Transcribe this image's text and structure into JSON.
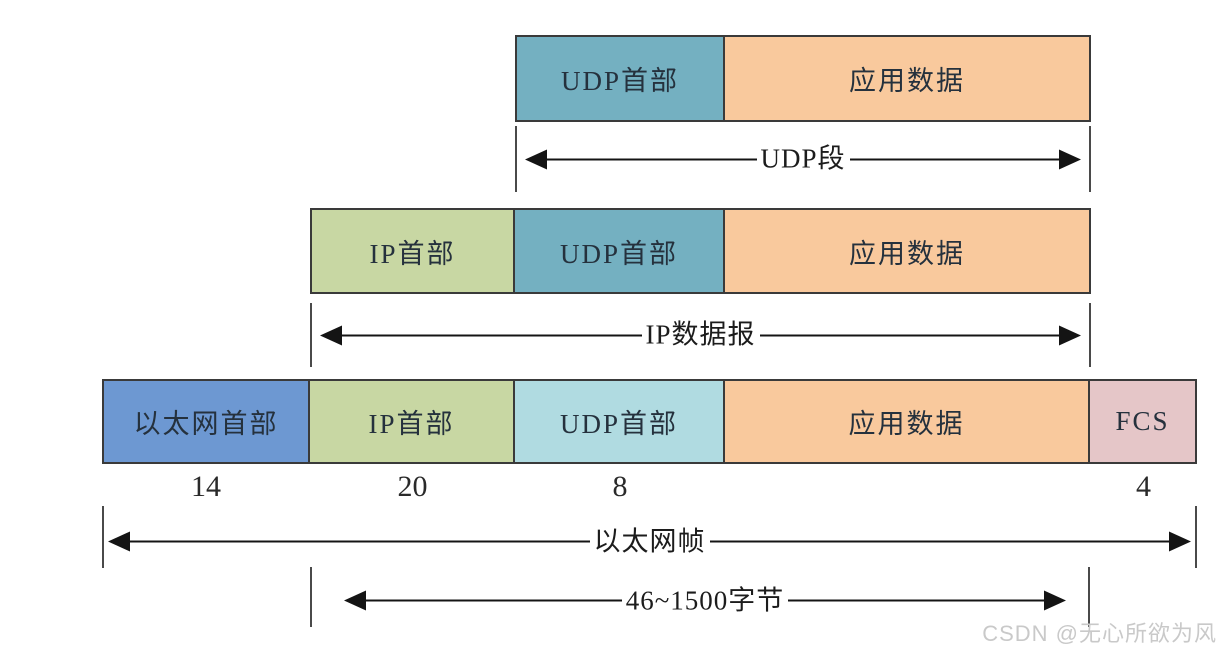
{
  "colors": {
    "ethernet_header": "#6d98d2",
    "ip_header": "#c8d7a3",
    "udp_header": "#74b0c1",
    "udp_header_light": "#b0dbe1",
    "app_data": "#f9c99d",
    "fcs": "#e5c6c8"
  },
  "rows": {
    "udp_segment": {
      "boxes": [
        {
          "label": "UDP首部"
        },
        {
          "label": "应用数据"
        }
      ],
      "measure_label": "UDP段"
    },
    "ip_datagram": {
      "boxes": [
        {
          "label": "IP首部"
        },
        {
          "label": "UDP首部"
        },
        {
          "label": "应用数据"
        }
      ],
      "measure_label": "IP数据报"
    },
    "ethernet_frame": {
      "boxes": [
        {
          "label": "以太网首部"
        },
        {
          "label": "IP首部"
        },
        {
          "label": "UDP首部"
        },
        {
          "label": "应用数据"
        },
        {
          "label": "FCS"
        }
      ],
      "byte_sizes": [
        {
          "value": "14"
        },
        {
          "value": "20"
        },
        {
          "value": "8"
        },
        {
          "value": "4"
        }
      ],
      "measure_label": "以太网帧",
      "payload_measure_label": "46~1500字节"
    }
  },
  "watermark": "CSDN @无心所欲为风"
}
